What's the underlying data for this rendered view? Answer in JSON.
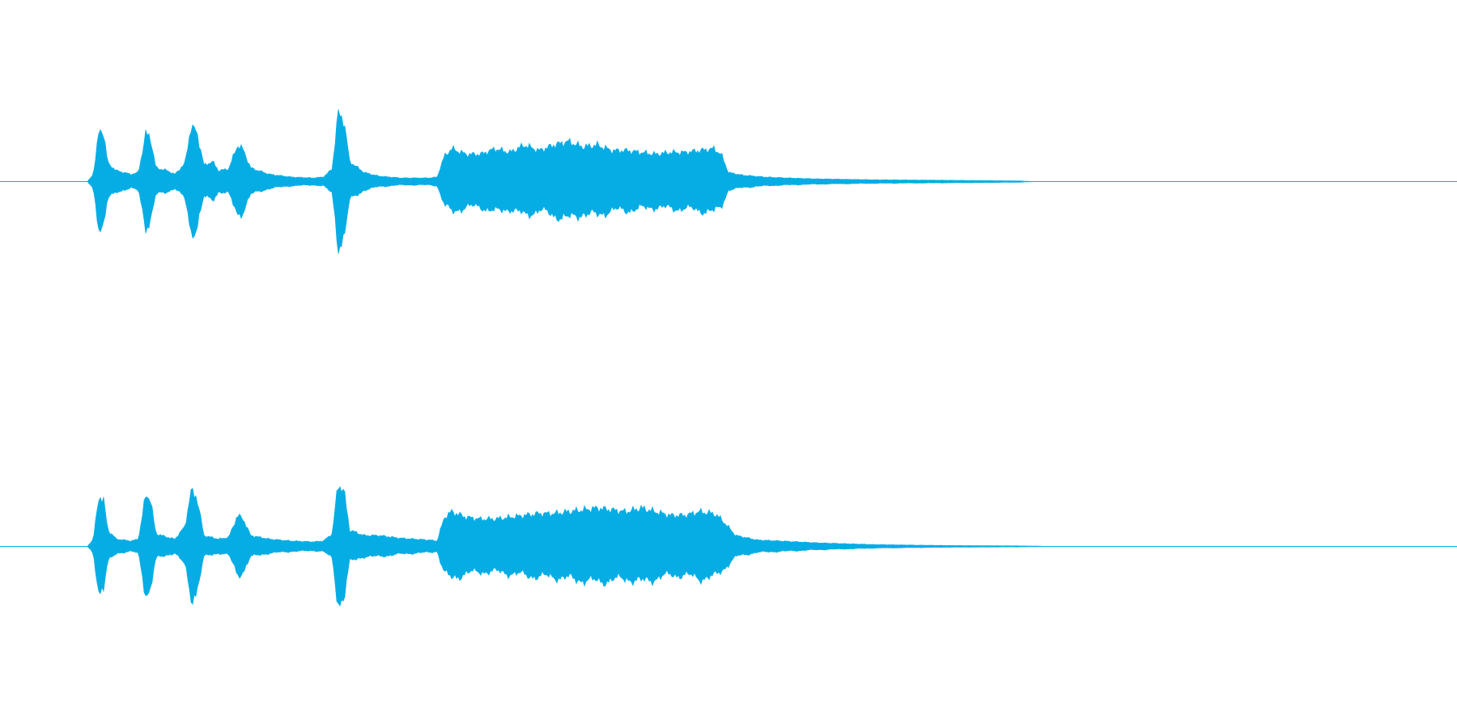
{
  "waveform": {
    "color": "#06ADE4",
    "channels": [
      {
        "name": "",
        "envelope": [
          [
            0.0,
            0.0
          ],
          [
            0.06,
            0.0
          ],
          [
            0.064,
            0.08
          ],
          [
            0.068,
            0.55
          ],
          [
            0.071,
            0.55
          ],
          [
            0.074,
            0.2
          ],
          [
            0.08,
            0.12
          ],
          [
            0.09,
            0.08
          ],
          [
            0.095,
            0.1
          ],
          [
            0.1,
            0.52
          ],
          [
            0.103,
            0.5
          ],
          [
            0.107,
            0.15
          ],
          [
            0.115,
            0.12
          ],
          [
            0.12,
            0.08
          ],
          [
            0.127,
            0.2
          ],
          [
            0.131,
            0.6
          ],
          [
            0.135,
            0.55
          ],
          [
            0.14,
            0.18
          ],
          [
            0.146,
            0.22
          ],
          [
            0.15,
            0.12
          ],
          [
            0.157,
            0.14
          ],
          [
            0.163,
            0.4
          ],
          [
            0.167,
            0.35
          ],
          [
            0.172,
            0.15
          ],
          [
            0.185,
            0.08
          ],
          [
            0.2,
            0.05
          ],
          [
            0.215,
            0.04
          ],
          [
            0.222,
            0.05
          ],
          [
            0.228,
            0.14
          ],
          [
            0.232,
            0.75
          ],
          [
            0.236,
            0.68
          ],
          [
            0.24,
            0.22
          ],
          [
            0.25,
            0.1
          ],
          [
            0.26,
            0.06
          ],
          [
            0.275,
            0.04
          ],
          [
            0.295,
            0.04
          ],
          [
            0.3,
            0.05
          ],
          [
            0.305,
            0.28
          ],
          [
            0.31,
            0.36
          ],
          [
            0.32,
            0.3
          ],
          [
            0.33,
            0.3
          ],
          [
            0.34,
            0.36
          ],
          [
            0.35,
            0.32
          ],
          [
            0.36,
            0.4
          ],
          [
            0.37,
            0.34
          ],
          [
            0.38,
            0.4
          ],
          [
            0.39,
            0.44
          ],
          [
            0.4,
            0.38
          ],
          [
            0.41,
            0.4
          ],
          [
            0.42,
            0.34
          ],
          [
            0.43,
            0.34
          ],
          [
            0.44,
            0.32
          ],
          [
            0.45,
            0.3
          ],
          [
            0.46,
            0.32
          ],
          [
            0.47,
            0.32
          ],
          [
            0.48,
            0.34
          ],
          [
            0.49,
            0.36
          ],
          [
            0.495,
            0.3
          ],
          [
            0.5,
            0.1
          ],
          [
            0.51,
            0.07
          ],
          [
            0.525,
            0.05
          ],
          [
            0.54,
            0.04
          ],
          [
            0.56,
            0.03
          ],
          [
            0.6,
            0.02
          ],
          [
            0.65,
            0.015
          ],
          [
            0.7,
            0.008
          ],
          [
            0.71,
            0.0
          ],
          [
            1.0,
            0.0
          ]
        ]
      },
      {
        "name": "",
        "envelope": [
          [
            0.0,
            0.0
          ],
          [
            0.06,
            0.0
          ],
          [
            0.064,
            0.08
          ],
          [
            0.068,
            0.55
          ],
          [
            0.071,
            0.52
          ],
          [
            0.074,
            0.18
          ],
          [
            0.08,
            0.08
          ],
          [
            0.09,
            0.06
          ],
          [
            0.095,
            0.08
          ],
          [
            0.1,
            0.56
          ],
          [
            0.103,
            0.54
          ],
          [
            0.107,
            0.14
          ],
          [
            0.115,
            0.1
          ],
          [
            0.12,
            0.08
          ],
          [
            0.127,
            0.22
          ],
          [
            0.131,
            0.6
          ],
          [
            0.135,
            0.55
          ],
          [
            0.14,
            0.12
          ],
          [
            0.15,
            0.08
          ],
          [
            0.157,
            0.1
          ],
          [
            0.163,
            0.34
          ],
          [
            0.167,
            0.3
          ],
          [
            0.172,
            0.12
          ],
          [
            0.185,
            0.08
          ],
          [
            0.2,
            0.06
          ],
          [
            0.215,
            0.05
          ],
          [
            0.222,
            0.06
          ],
          [
            0.228,
            0.14
          ],
          [
            0.232,
            0.68
          ],
          [
            0.236,
            0.62
          ],
          [
            0.24,
            0.18
          ],
          [
            0.25,
            0.12
          ],
          [
            0.26,
            0.12
          ],
          [
            0.275,
            0.09
          ],
          [
            0.295,
            0.07
          ],
          [
            0.3,
            0.06
          ],
          [
            0.305,
            0.32
          ],
          [
            0.31,
            0.38
          ],
          [
            0.32,
            0.32
          ],
          [
            0.33,
            0.3
          ],
          [
            0.34,
            0.3
          ],
          [
            0.35,
            0.32
          ],
          [
            0.36,
            0.34
          ],
          [
            0.37,
            0.36
          ],
          [
            0.38,
            0.36
          ],
          [
            0.39,
            0.38
          ],
          [
            0.4,
            0.4
          ],
          [
            0.41,
            0.42
          ],
          [
            0.42,
            0.4
          ],
          [
            0.43,
            0.38
          ],
          [
            0.44,
            0.42
          ],
          [
            0.45,
            0.38
          ],
          [
            0.46,
            0.34
          ],
          [
            0.47,
            0.34
          ],
          [
            0.48,
            0.38
          ],
          [
            0.49,
            0.36
          ],
          [
            0.495,
            0.3
          ],
          [
            0.505,
            0.12
          ],
          [
            0.52,
            0.07
          ],
          [
            0.535,
            0.06
          ],
          [
            0.56,
            0.04
          ],
          [
            0.6,
            0.02
          ],
          [
            0.65,
            0.01
          ],
          [
            0.7,
            0.006
          ],
          [
            0.725,
            0.0
          ],
          [
            1.0,
            0.0
          ]
        ]
      }
    ]
  }
}
